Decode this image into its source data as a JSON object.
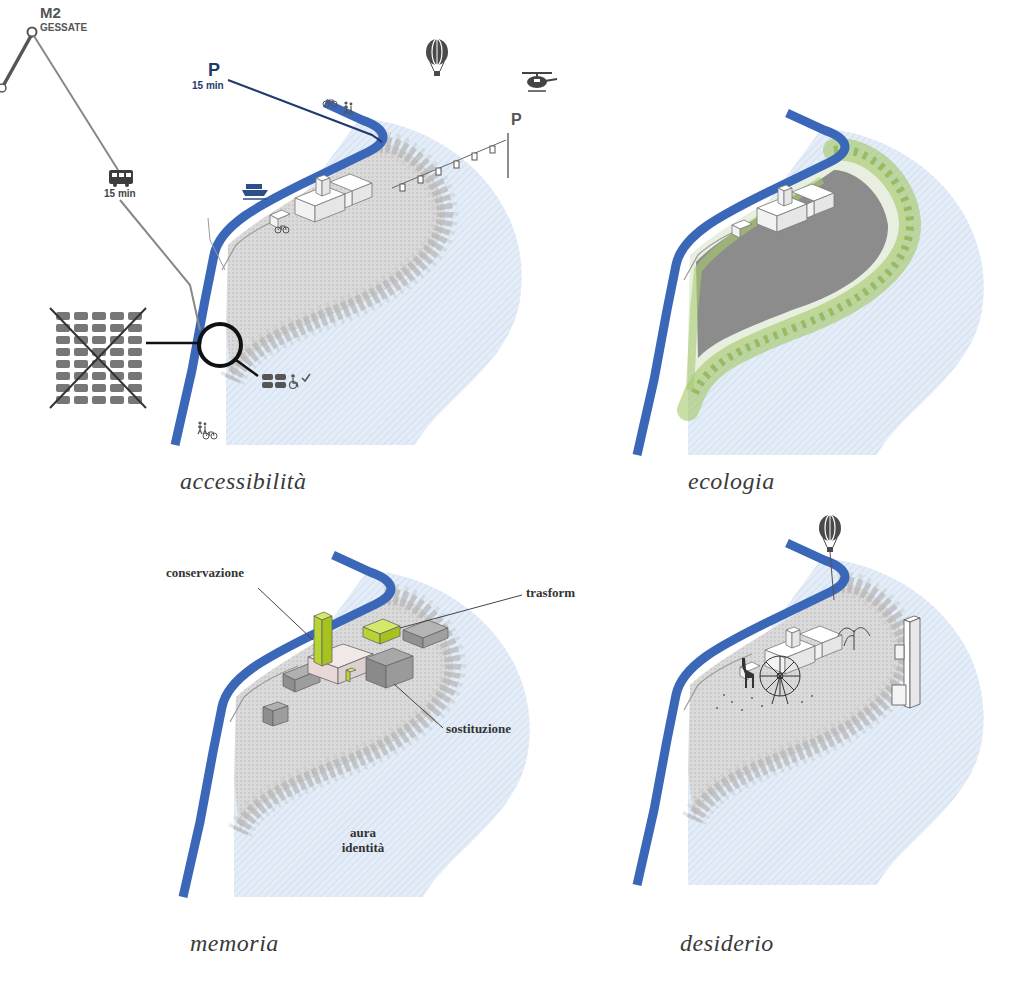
{
  "diagram": {
    "labels": [
      "M2",
      "GESSATE",
      "P",
      "15 min",
      "15 min",
      "P",
      "accessibilità",
      "ecologia",
      "conservazione",
      "trasform",
      "sostituzione",
      "aura identità",
      "memoria",
      "desiderio"
    ]
  }
}
